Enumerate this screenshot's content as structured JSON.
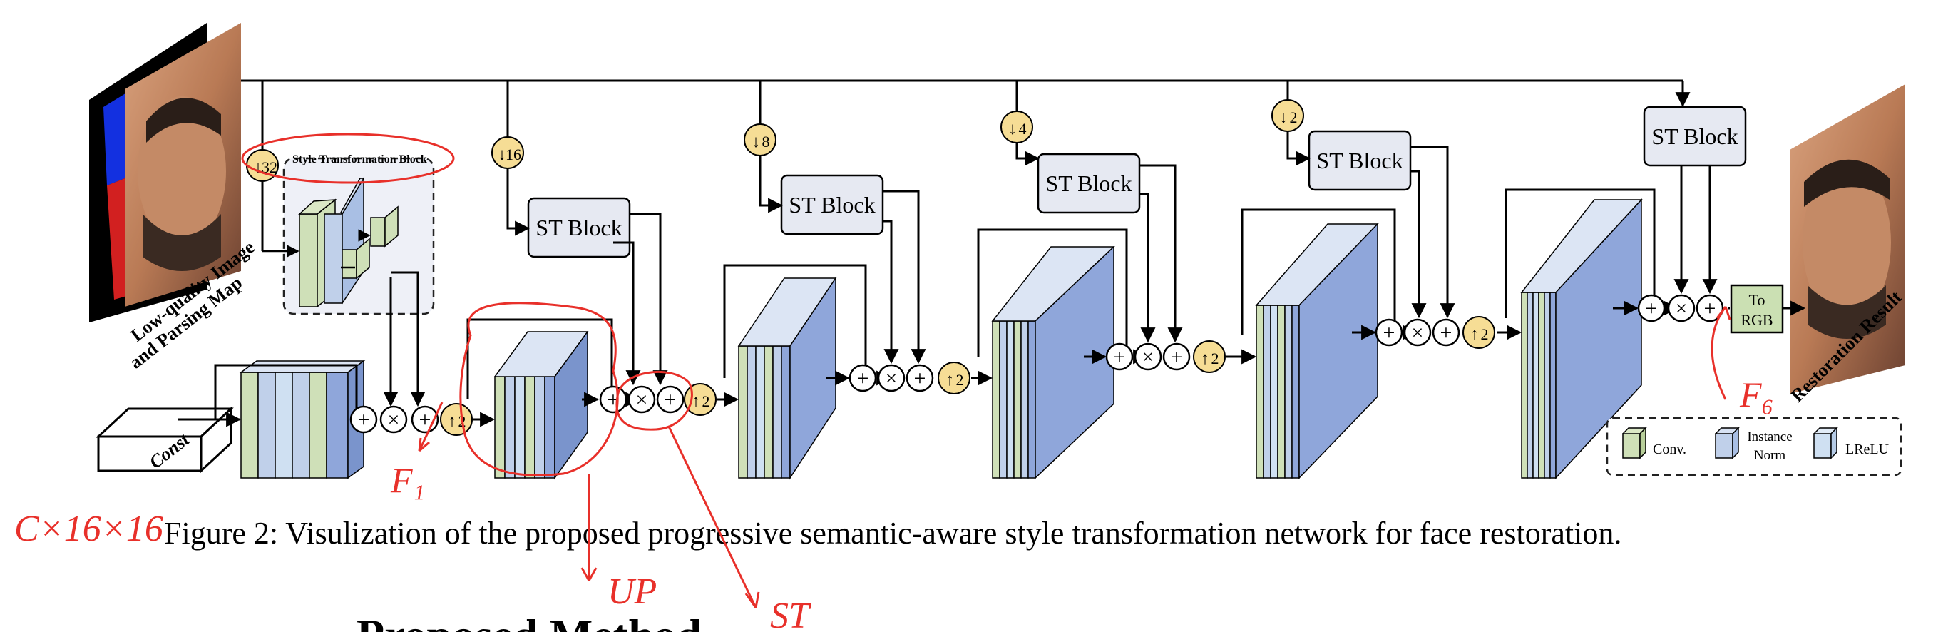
{
  "figure": {
    "caption": "Figure 2: Visulization of the proposed progressive semantic-aware style transformation network for face restoration.",
    "cut_heading": "Proposed Method"
  },
  "diagram": {
    "input_label_line1": "Low-quality Image",
    "input_label_line2": "and Parsing Map",
    "output_label": "Restoration Result",
    "const_label": "Const",
    "st_block_label": "ST Block",
    "st_block_detail_title": "Style Transformation Block",
    "to_rgb_line1": "To",
    "to_rgb_line2": "RGB",
    "down_factors": [
      "32",
      "16",
      "8",
      "4",
      "2"
    ],
    "up_factor": "2",
    "ops": {
      "add": "+",
      "mul": "×"
    }
  },
  "legend": {
    "conv": "Conv.",
    "instance_norm_line1": "Instance",
    "instance_norm_line2": "Norm",
    "lrelu": "LReLU"
  },
  "annotations": {
    "f1": "F₁",
    "f6": "F₆",
    "size": "C×16×16",
    "up": "UP",
    "st": "ST"
  },
  "colors": {
    "conv": "#cfe0b8",
    "instance_norm": "#c0d0ea",
    "lrelu": "#cfe0f2",
    "feature_front": "#8fa6da",
    "feature_side": "#7a94cc",
    "factor_circle": "#f6dd95",
    "st_block": "#e6e9f2",
    "to_rgb": "#cbe0b3",
    "annotation_red": "#e8302a"
  }
}
